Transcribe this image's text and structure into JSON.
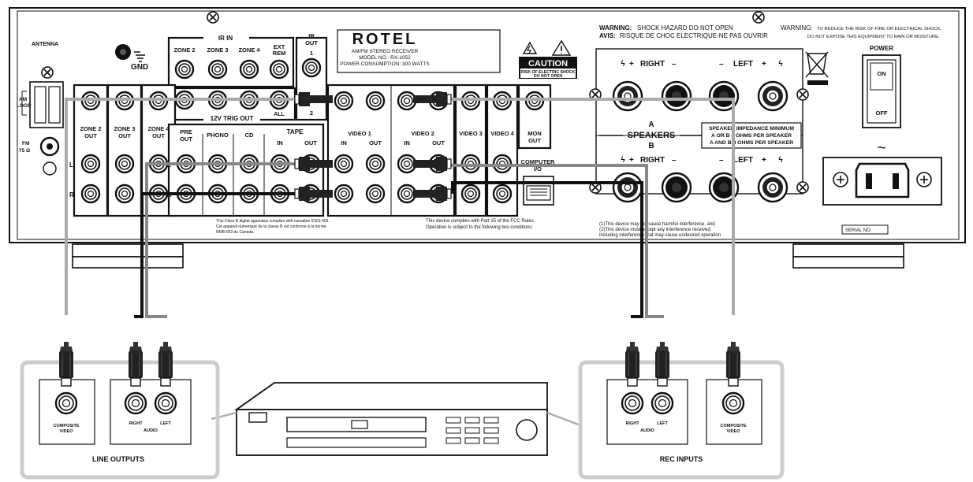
{
  "brand": "ROTEL",
  "label_box": [
    "AM/FM STEREO RECEIVER",
    "MODEL NO.: RX-1052",
    "POWER CONSUMPTION: 300 WATTS"
  ],
  "caution": {
    "title": "CAUTION",
    "line1": "RISK OF ELECTRIC SHOCK",
    "line2": "DO NOT OPEN"
  },
  "warnings": {
    "shock_label": "WARNING:",
    "shock_text": "SHOCK HAZARD DO NOT OPEN",
    "avis_label": "AVIS:",
    "avis_text": "RISQUE DE CHOC ELECTRIQUE-NE PAS OUVRIR",
    "fire_label": "WARNING:",
    "fire_line1": "TO REDUCE THE RISK OF FIRE OR ELECTRICAL SHOCK,",
    "fire_line2": "DO NOT EXPOSE THIS EQUIPMENT TO RAIN OR MOISTURE."
  },
  "antenna": {
    "title": "ANTENNA",
    "am": [
      "AM",
      "LOOP"
    ],
    "fm": [
      "FM",
      "75 Ω"
    ]
  },
  "gnd": "GND",
  "ir_in": {
    "title": "IR IN",
    "zones": [
      "ZONE 2",
      "ZONE 3",
      "ZONE 4"
    ],
    "ext": [
      "EXT",
      "REM"
    ]
  },
  "ir_out": {
    "lines": [
      "IR",
      "OUT"
    ],
    "n1": "1",
    "n2": "2"
  },
  "trig": {
    "title": "12V TRIG OUT",
    "all": "ALL"
  },
  "left_groups": [
    [
      "ZONE 2",
      "OUT"
    ],
    [
      "ZONE 3",
      "OUT"
    ],
    [
      "ZONE 4",
      "OUT"
    ]
  ],
  "sources": {
    "pre": [
      "PRE",
      "OUT"
    ],
    "phono": "PHONO",
    "cd": "CD",
    "tape": "TAPE",
    "in": "IN",
    "out": "OUT"
  },
  "channels": {
    "l": "L",
    "r": "R"
  },
  "video": {
    "v1": "VIDEO 1",
    "v2": "VIDEO 2",
    "v3": "VIDEO 3",
    "v4": "VIDEO 4",
    "in": "IN",
    "out": "OUT"
  },
  "mon_out": [
    "MON",
    "OUT"
  ],
  "computer": [
    "COMPUTER",
    "I/O"
  ],
  "speakers": {
    "a": "A",
    "label": "SPEAKERS",
    "b": "B",
    "right": "RIGHT",
    "left": "LEFT",
    "plus": "+",
    "minus": "–",
    "impedance": [
      "SPEAKER IMPEDANCE MINIMUM",
      "A OR B 4 OHMS PER SPEAKER",
      "A AND B 8 OHMS PER SPEAKER"
    ]
  },
  "power": {
    "title": "POWER",
    "on": "ON",
    "off": "OFF",
    "tilde": "~"
  },
  "fcc": [
    "This device complies with Part 15 of the FCC Rules.",
    "Operation is subject to the following two conditions:"
  ],
  "fcc_conditions": [
    "(1)This device may not cause harmful interference, and",
    "(2)This device must accept any interference received,",
    "including interference that may cause undesired operation"
  ],
  "canada": [
    "This Class B digital apparatus complies with canadian ICES-003.",
    "Cet appareil numerique de la classe B est conforme à la norme",
    "NMB-003 du Canada."
  ],
  "serial": "SERIAL NO.",
  "line_outputs": {
    "title": "LINE OUTPUTS",
    "composite": [
      "COMPOSITE",
      "VIDEO"
    ],
    "right": "RIGHT",
    "left": "LEFT",
    "audio": "AUDIO"
  },
  "rec_inputs": {
    "title": "REC INPUTS",
    "composite": [
      "COMPOSITE",
      "VIDEO"
    ],
    "right": "RIGHT",
    "left": "LEFT",
    "audio": "AUDIO"
  }
}
